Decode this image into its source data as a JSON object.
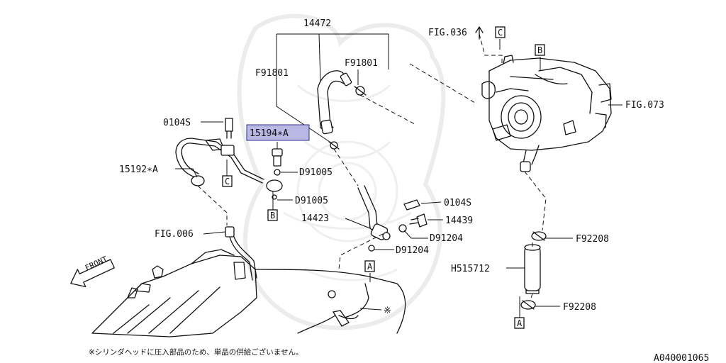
{
  "figure_id": "A040001065",
  "note": "※シリンダヘッドに圧入部品のため、単品の供給ございません。",
  "labels": {
    "l14472": "14472",
    "lF91801a": "F91801",
    "lF91801b": "F91801",
    "l0104Sa": "0104S",
    "l15194A": "15194∗A",
    "l15192A": "15192∗A",
    "lD91005a": "D91005",
    "lD91005b": "D91005",
    "l14423": "14423",
    "l0104Sb": "0104S",
    "l14439": "14439",
    "lD91204a": "D91204",
    "lD91204b": "D91204",
    "lFIG006": "FIG.006",
    "lFIG036": "FIG.036",
    "lFIG073": "FIG.073",
    "lF92208a": "F92208",
    "lF92208b": "F92208",
    "lH515712": "H515712",
    "front": "FRONT",
    "asterisk": "※"
  },
  "ref_boxes": {
    "boxC1": "C",
    "boxB1": "B",
    "boxC2": "C",
    "boxB2": "B",
    "boxA1": "A",
    "boxA2": "A"
  },
  "highlight_color": "#b9b7e3"
}
